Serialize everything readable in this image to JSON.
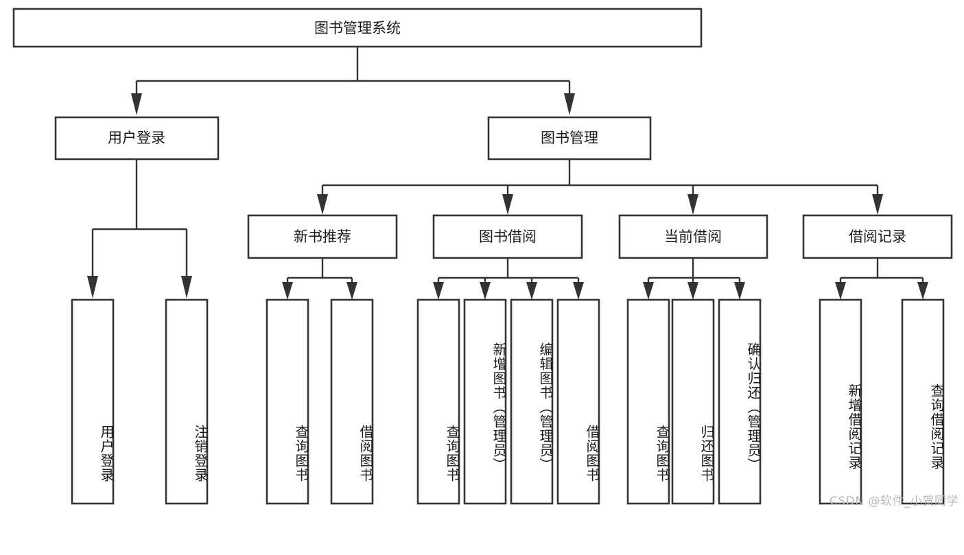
{
  "diagram": {
    "title": "图书管理系统",
    "type": "tree-hierarchy-diagram",
    "root": {
      "label": "图书管理系统",
      "level": 0
    },
    "level1": [
      {
        "id": "user-login",
        "label": "用户登录"
      },
      {
        "id": "book-management",
        "label": "图书管理"
      }
    ],
    "level2": [
      {
        "id": "new-book-recommend",
        "label": "新书推荐",
        "parent": "book-management"
      },
      {
        "id": "book-borrow",
        "label": "图书借阅",
        "parent": "book-management"
      },
      {
        "id": "current-borrow",
        "label": "当前借阅",
        "parent": "book-management"
      },
      {
        "id": "borrow-record",
        "label": "借阅记录",
        "parent": "book-management"
      }
    ],
    "leaves": {
      "user_login": [
        {
          "id": "leaf-user-login",
          "label": "用户登录"
        },
        {
          "id": "leaf-logout-login",
          "label": "注销登录"
        }
      ],
      "new_book_recommend": [
        {
          "id": "leaf-query-book-1",
          "label": "查询图书"
        },
        {
          "id": "leaf-borrow-book-1",
          "label": "借阅图书"
        }
      ],
      "book_borrow": [
        {
          "id": "leaf-query-book-2",
          "label": "查询图书"
        },
        {
          "id": "leaf-add-book",
          "label": "新增图书（管理员）"
        },
        {
          "id": "leaf-edit-book",
          "label": "编辑图书（管理员）"
        },
        {
          "id": "leaf-borrow-book-2",
          "label": "借阅图书"
        }
      ],
      "current_borrow": [
        {
          "id": "leaf-query-book-3",
          "label": "查询图书"
        },
        {
          "id": "leaf-return-book",
          "label": "归还图书"
        },
        {
          "id": "leaf-confirm-return",
          "label": "确认归还（管理员）"
        }
      ],
      "borrow_record": [
        {
          "id": "leaf-add-record",
          "label": "新增借阅记录"
        },
        {
          "id": "leaf-query-record",
          "label": "查询借阅记录"
        }
      ]
    },
    "colors": {
      "stroke": "#333333",
      "box_fill": "#ffffff",
      "text": "#1a1a1a",
      "background": "#ffffff",
      "watermark": "#b9b9b9"
    }
  },
  "watermark": {
    "text": "CSDN @软件_小贺同学"
  }
}
